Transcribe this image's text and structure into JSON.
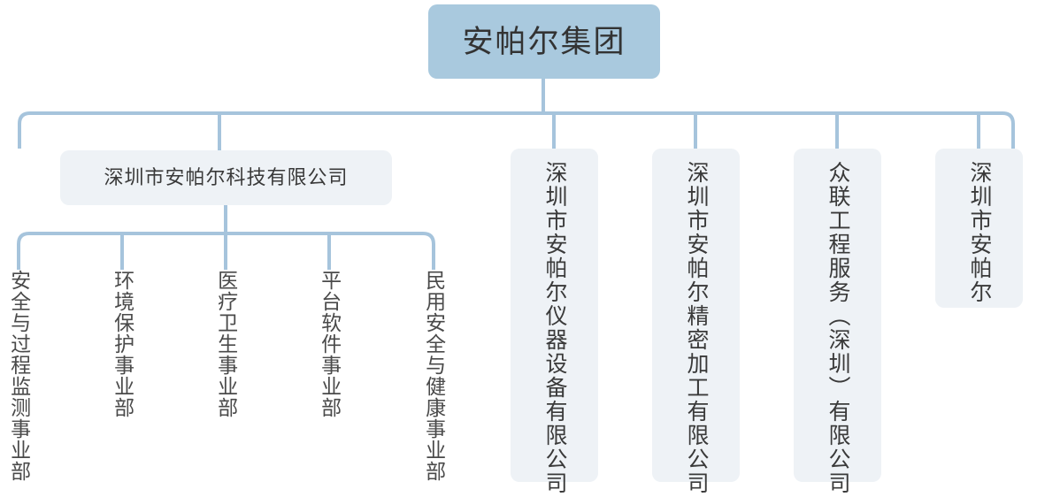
{
  "diagram": {
    "title_text": "安帕尔集团",
    "type": "organization-chart",
    "colors": {
      "root_fill": "#a9c9de",
      "node_fill": "#eef2f6",
      "connector": "#a6c4dc",
      "text": "#3a3a3a",
      "background": "#ffffff"
    },
    "root": {
      "label": "安帕尔集团"
    },
    "level2": [
      {
        "label": "深圳市安帕尔科技有限公司",
        "orientation": "horizontal"
      },
      {
        "label": "深圳市安帕尔仪器设备有限公司",
        "orientation": "vertical"
      },
      {
        "label": "深圳市安帕尔精密加工有限公司",
        "orientation": "vertical"
      },
      {
        "label": "众联工程服务（深圳）有限公司",
        "orientation": "vertical"
      },
      {
        "label": "深圳市安帕尔",
        "orientation": "vertical"
      }
    ],
    "departments": [
      {
        "label": "安全与过程监测事业部"
      },
      {
        "label": "环境保护事业部"
      },
      {
        "label": "医疗卫生事业部"
      },
      {
        "label": "平台软件事业部"
      },
      {
        "label": "民用安全与健康事业部"
      }
    ]
  }
}
